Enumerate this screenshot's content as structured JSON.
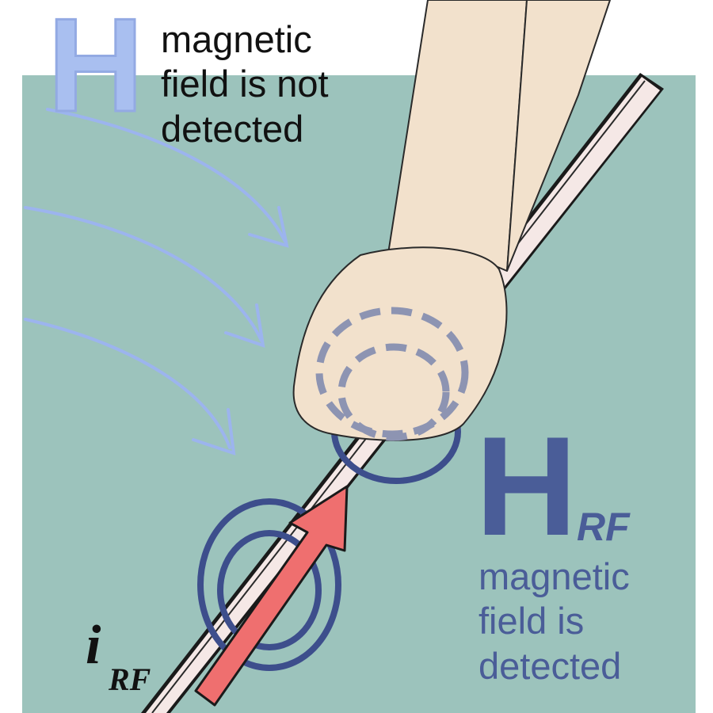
{
  "colors": {
    "background": "#ffffff",
    "plane": "#9cc3bc",
    "strip_fill": "#f5e8e6",
    "strip_outline": "#1a1a1a",
    "finger_fill": "#f2e1cc",
    "finger_outline": "#2a2a2a",
    "field_arrow": "#9cb4ee",
    "h_letter_light": "#a9bff0",
    "h_rf_dark": "#4a5d98",
    "rings": "#3d4e8c",
    "dashed_rings": "#8d94b2",
    "current_arrow": "#ef6f6f",
    "text_dark": "#111111"
  },
  "labels": {
    "h_symbol": "H",
    "h_caption": "magnetic\nfield is not\ndetected",
    "hrf_symbol": "H",
    "hrf_subscript": "RF",
    "hrf_caption": "magnetic\nfield is\ndetected",
    "irf_symbol": "i",
    "irf_subscript": "RF"
  },
  "icons": {
    "incoming_field": "curved-arrow-icon",
    "current": "straight-arrow-icon",
    "field_rings": "concentric-ring-icon"
  }
}
